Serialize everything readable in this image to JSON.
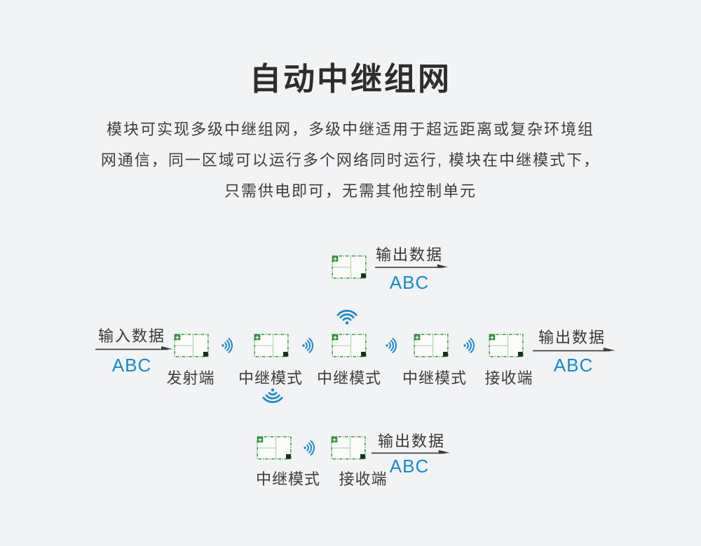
{
  "page": {
    "background": "#f2f3f5",
    "title": "自动中继组网"
  },
  "description": {
    "lines": [
      "模块可实现多级中继组网，多级中继适用于超远距离或复杂环境组",
      "网通信，同一区域可以运行多个网络同时运行, 模块在中继模式下，",
      "只需供电即可，无需其他控制单元"
    ]
  },
  "colors": {
    "accent_blue": "#1788cd",
    "module_green": "#379a37",
    "text_dark": "#2d2d2d"
  },
  "icons": {
    "module": "rf-module-icon",
    "wifi": "wifi-signal-icon",
    "arrow": "arrow-right-icon"
  },
  "diagram": {
    "top_branch": {
      "output_label": "输出数据",
      "data_label": "ABC"
    },
    "main_chain": {
      "input_label": "输入数据",
      "input_data": "ABC",
      "nodes": [
        {
          "label": "发射端"
        },
        {
          "label": "中继模式"
        },
        {
          "label": "中继模式"
        },
        {
          "label": "中继模式"
        },
        {
          "label": "接收端"
        }
      ],
      "output_label": "输出数据",
      "output_data": "ABC"
    },
    "bottom_branch": {
      "nodes": [
        {
          "label": "中继模式"
        },
        {
          "label": "接收端"
        }
      ],
      "output_label": "输出数据",
      "data_label": "ABC"
    }
  }
}
